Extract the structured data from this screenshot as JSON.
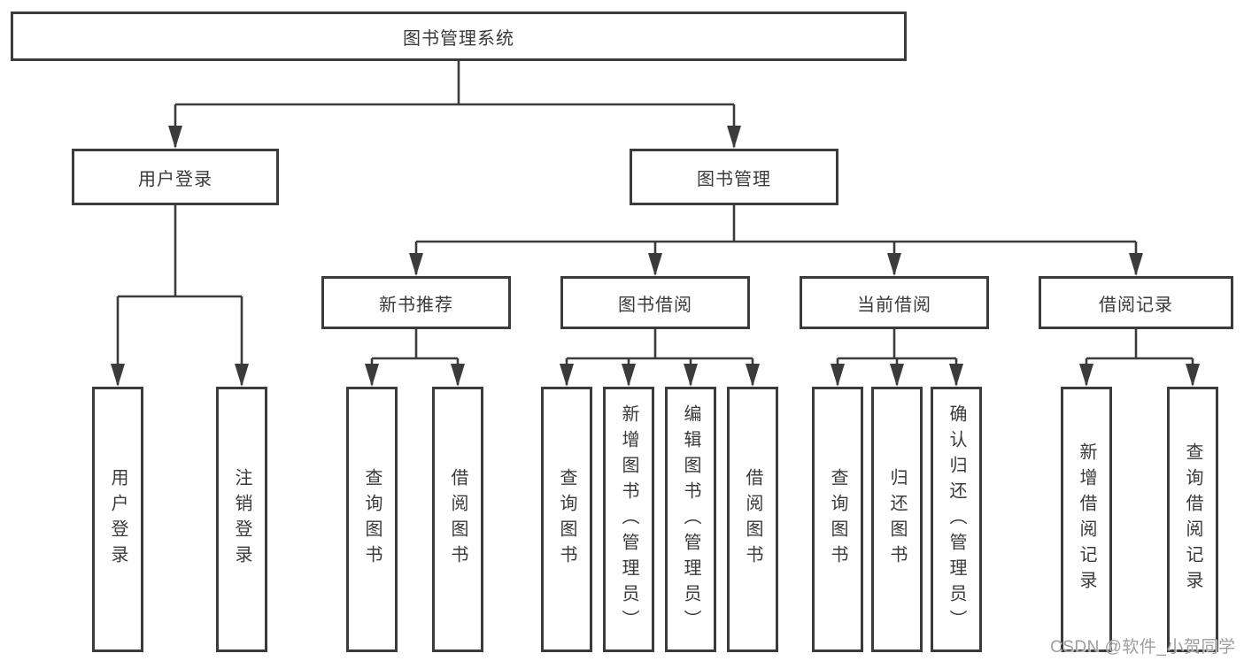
{
  "colors": {
    "line": "#3b3b3b",
    "box_border": "#3b3b3b",
    "text": "#3a3a3a",
    "watermark": "#9e9e9e",
    "background": "#ffffff"
  },
  "tree": {
    "root": "图书管理系统",
    "children": [
      {
        "label": "用户登录",
        "children": [
          {
            "label": "用户登录"
          },
          {
            "label": "注销登录"
          }
        ]
      },
      {
        "label": "图书管理",
        "children": [
          {
            "label": "新书推荐",
            "children": [
              {
                "label": "查询图书"
              },
              {
                "label": "借阅图书"
              }
            ]
          },
          {
            "label": "图书借阅",
            "children": [
              {
                "label": "查询图书"
              },
              {
                "label": "新增图书（管理员）"
              },
              {
                "label": "编辑图书（管理员）"
              },
              {
                "label": "借阅图书"
              }
            ]
          },
          {
            "label": "当前借阅",
            "children": [
              {
                "label": "查询图书"
              },
              {
                "label": "归还图书"
              },
              {
                "label": "确认归还（管理员）"
              }
            ]
          },
          {
            "label": "借阅记录",
            "children": [
              {
                "label": "新增借阅记录"
              },
              {
                "label": "查询借阅记录"
              }
            ]
          }
        ]
      }
    ]
  },
  "watermark": {
    "text": "CSDN @软件_小贺同学"
  }
}
